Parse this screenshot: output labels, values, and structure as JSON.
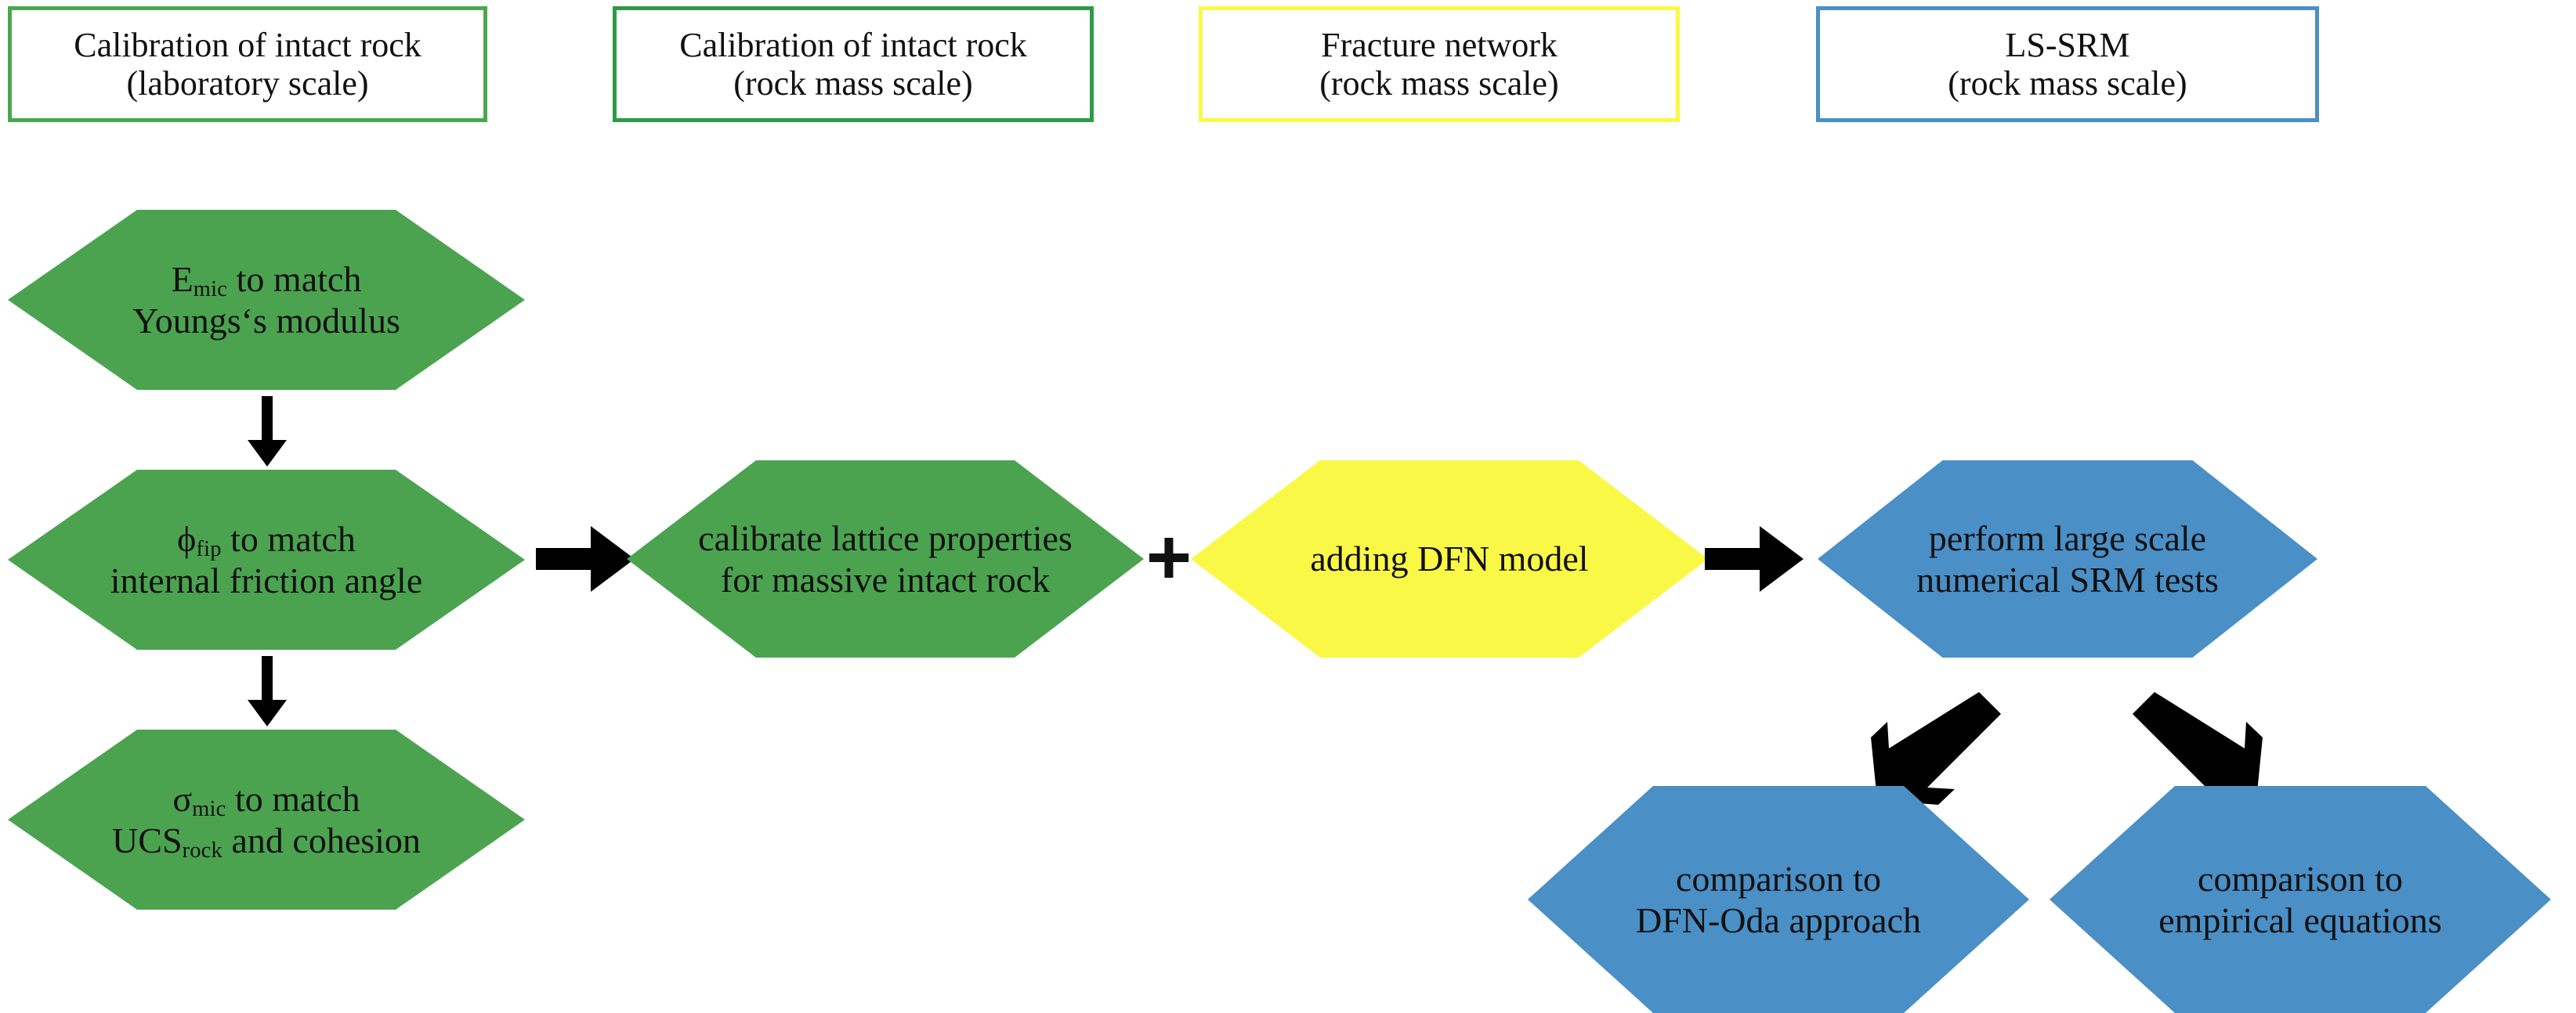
{
  "colors": {
    "green_fill": "#4BA350",
    "green_border": "#49A84E",
    "yellow_fill": "#FAF846",
    "yellow_border": "#FAF846",
    "blue_fill": "#4A8FC6",
    "blue_border": "#3E7FC1",
    "text": "#111111",
    "arrow": "#000000",
    "background": "#FFFFFF"
  },
  "legend": [
    {
      "id": "calibration-intact-rock-laboratory-scale",
      "line1": "Calibration of intact rock",
      "line2": "(laboratory scale)",
      "border_color": "#49A84E"
    },
    {
      "id": "calibration-intact-rock-rock-mass-scale",
      "line1": "Calibration of intact rock",
      "line2": "(rock mass scale)",
      "border_color": "#2E9B46"
    },
    {
      "id": "fracture-network-rock-mass-scale",
      "line1": "Fracture network",
      "line2": "(rock mass scale)",
      "border_color": "#FAF846"
    },
    {
      "id": "ls-srm-rock-mass-scale",
      "line1": "LS-SRM",
      "line2": "(rock mass scale)",
      "border_color": "#4A8FC6"
    }
  ],
  "nodes": [
    {
      "id": "emic-youngs-modulus",
      "group": "calibration-laboratory",
      "fill": "#4BA350",
      "line1_pre": "E",
      "line1_sub": "mic",
      "line1_post": " to match",
      "line2": "Youngs‘s modulus",
      "text_full": "Emic to match Youngs‘s modulus"
    },
    {
      "id": "phi-fip-internal-friction-angle",
      "group": "calibration-laboratory",
      "fill": "#4BA350",
      "line1_pre": "ϕ",
      "line1_sub": "fip",
      "line1_post": " to match",
      "line2": "internal friction angle",
      "text_full": "ϕfip to match internal friction angle"
    },
    {
      "id": "sigma-mic-ucs-rock-cohesion",
      "group": "calibration-laboratory",
      "fill": "#4BA350",
      "line1_pre": "σ",
      "line1_sub": "mic",
      "line1_post": " to match",
      "line2_pre": "UCS",
      "line2_sub": "rock",
      "line2_post": " and cohesion",
      "text_full": "σmic to match UCSrock and cohesion"
    },
    {
      "id": "calibrate-lattice-properties",
      "group": "calibration-rock-mass",
      "fill": "#4BA350",
      "line1": "calibrate lattice properties",
      "line2": "for massive intact rock",
      "text_full": "calibrate lattice properties for massive intact rock"
    },
    {
      "id": "adding-dfn-model",
      "group": "fracture-network",
      "fill": "#FAF846",
      "line1": "adding DFN model",
      "line2": "",
      "text_full": "adding DFN model"
    },
    {
      "id": "perform-large-scale-numerical-srm-tests",
      "group": "ls-srm",
      "fill": "#4A8FC6",
      "line1": "perform large scale",
      "line2": "numerical SRM tests",
      "text_full": "perform large scale numerical SRM tests"
    },
    {
      "id": "comparison-dfn-oda-approach",
      "group": "ls-srm",
      "fill": "#4A8FC6",
      "line1": "comparison to",
      "line2": "DFN-Oda approach",
      "text_full": "comparison to DFN-Oda approach"
    },
    {
      "id": "comparison-empirical-equations",
      "group": "ls-srm",
      "fill": "#4A8FC6",
      "line1": "comparison to",
      "line2": "empirical equations",
      "text_full": "comparison to empirical equations"
    }
  ],
  "connectors": {
    "plus_label": "+",
    "arrow_down_1": "arrow-down",
    "arrow_down_2": "arrow-down",
    "arrow_right_1": "arrow-right",
    "arrow_right_2": "arrow-right",
    "arrow_diag_left": "arrow-down-left",
    "arrow_diag_right": "arrow-down-right"
  }
}
